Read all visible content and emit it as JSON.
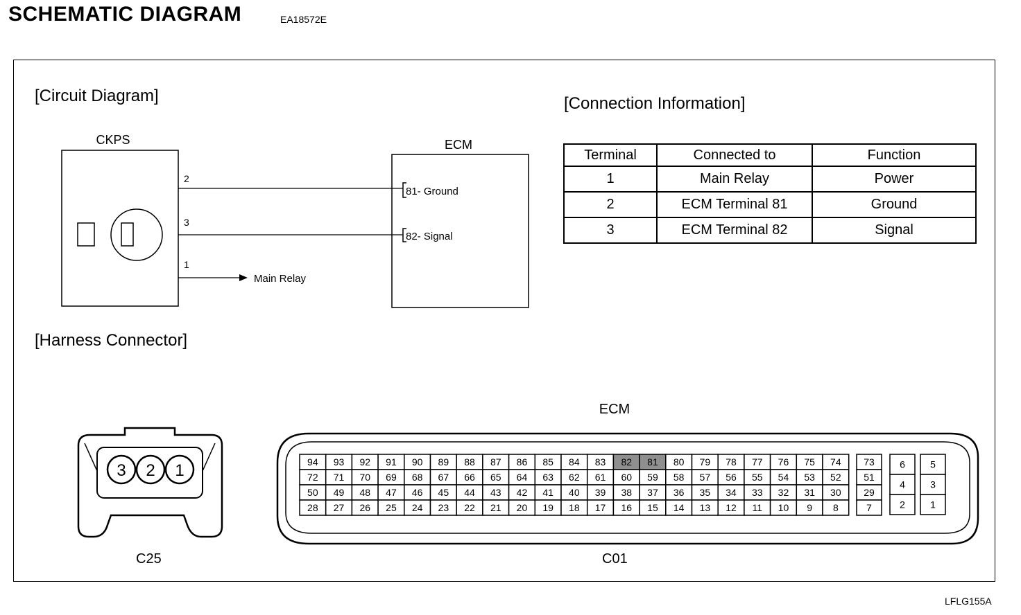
{
  "header": {
    "title": "SCHEMATIC DIAGRAM",
    "doc_code": "EA18572E"
  },
  "footer": {
    "code": "LFLG155A"
  },
  "sections": {
    "circuit": "[Circuit Diagram]",
    "connection": "[Connection Information]",
    "harness": "[Harness Connector]"
  },
  "circuit": {
    "sensor_label": "CKPS",
    "ecm_label": "ECM",
    "wires": [
      {
        "pin": "2",
        "ecm_terminal": "81",
        "target": "- Ground"
      },
      {
        "pin": "3",
        "ecm_terminal": "82",
        "target": "- Signal"
      },
      {
        "pin": "1",
        "target": "Main Relay"
      }
    ]
  },
  "connection_table": {
    "headers": [
      "Terminal",
      "Connected to",
      "Function"
    ],
    "rows": [
      [
        "1",
        "Main Relay",
        "Power"
      ],
      [
        "2",
        "ECM Terminal 81",
        "Ground"
      ],
      [
        "3",
        "ECM Terminal 82",
        "Signal"
      ]
    ]
  },
  "harness": {
    "c25": {
      "label": "C25",
      "pins": [
        "3",
        "2",
        "1"
      ]
    },
    "ecm": {
      "label": "ECM",
      "connector_label": "C01",
      "main_rows": [
        [
          "94",
          "93",
          "92",
          "91",
          "90",
          "89",
          "88",
          "87",
          "86",
          "85",
          "84",
          "83",
          "82",
          "81",
          "80",
          "79",
          "78",
          "77",
          "76",
          "75",
          "74"
        ],
        [
          "72",
          "71",
          "70",
          "69",
          "68",
          "67",
          "66",
          "65",
          "64",
          "63",
          "62",
          "61",
          "60",
          "59",
          "58",
          "57",
          "56",
          "55",
          "54",
          "53",
          "52"
        ],
        [
          "50",
          "49",
          "48",
          "47",
          "46",
          "45",
          "44",
          "43",
          "42",
          "41",
          "40",
          "39",
          "38",
          "37",
          "36",
          "35",
          "34",
          "33",
          "32",
          "31",
          "30"
        ],
        [
          "28",
          "27",
          "26",
          "25",
          "24",
          "23",
          "22",
          "21",
          "20",
          "19",
          "18",
          "17",
          "16",
          "15",
          "14",
          "13",
          "12",
          "11",
          "10",
          "9",
          "8"
        ]
      ],
      "side_column": [
        "73",
        "51",
        "29",
        "7"
      ],
      "group_a": [
        "6",
        "4",
        "2"
      ],
      "group_b": [
        "5",
        "3",
        "1"
      ],
      "highlighted": [
        "82",
        "81"
      ]
    }
  }
}
